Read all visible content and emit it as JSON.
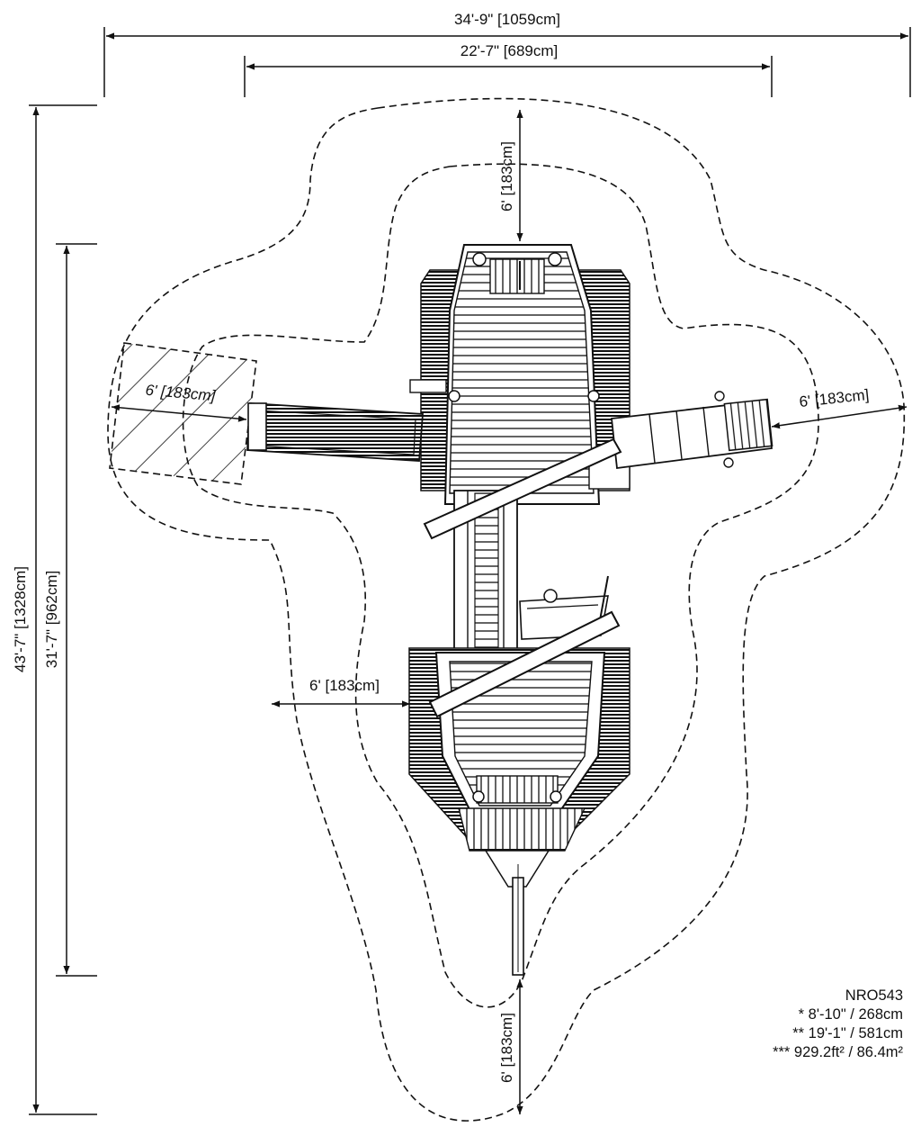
{
  "dimensions": {
    "overall_width": "34'-9\" [1059cm]",
    "structure_width": "22'-7\" [689cm]",
    "overall_length": "43'-7\" [1328cm]",
    "structure_length": "31'-7\" [962cm]",
    "clearance_top": "6' [183cm]",
    "clearance_left": "6' [183cm]",
    "clearance_right": "6' [183cm]",
    "clearance_middle": "6' [183cm]",
    "clearance_bottom": "6' [183cm]"
  },
  "info": {
    "model": "NRO543",
    "line1": "* 8'-10\" / 268cm",
    "line2": "** 19'-1\" / 581cm",
    "line3": "*** 929.2ft² / 86.4m²"
  },
  "colors": {
    "ink": "#111111",
    "background": "#ffffff"
  }
}
